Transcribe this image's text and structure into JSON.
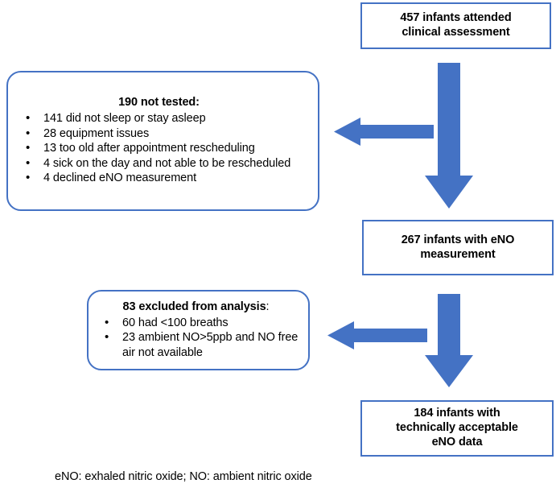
{
  "figure": {
    "type": "flowchart",
    "accent_color": "#4472C4",
    "background_color": "#ffffff",
    "text_color": "#000000",
    "caption": "eNO: exhaled nitric oxide; NO: ambient nitric oxide"
  },
  "nodes": {
    "attended": {
      "label": "457 infants attended clinical assessment",
      "line1": "457 infants attended",
      "line2": "clinical assessment",
      "count": 457,
      "shape": "rectangle"
    },
    "not_tested": {
      "title": "190 not tested:",
      "count": 190,
      "shape": "rounded-rectangle",
      "bullets": [
        "141 did not sleep or stay asleep",
        "28 equipment issues",
        "13 too old after appointment rescheduling",
        "4 sick on the day and not able to be rescheduled",
        "4 declined eNO measurement"
      ]
    },
    "measured": {
      "label": "267 infants with eNO measurement",
      "line1": "267 infants with eNO",
      "line2": "measurement",
      "count": 267,
      "shape": "rectangle"
    },
    "excluded": {
      "title": "83 excluded from analysis",
      "title_suffix": ":",
      "count": 83,
      "shape": "rounded-rectangle",
      "bullets": [
        "60 had <100 breaths",
        "23 ambient NO>5ppb and NO free air not available"
      ]
    },
    "acceptable": {
      "label": "184 infants with technically acceptable eNO data",
      "line1": "184 infants with",
      "line2": "technically acceptable",
      "line3": "eNO data",
      "count": 184,
      "shape": "rectangle"
    }
  },
  "arrows": [
    {
      "name": "attended-to-measured",
      "direction": "down",
      "color": "#4472C4"
    },
    {
      "name": "attended-to-not-tested",
      "direction": "left",
      "color": "#4472C4"
    },
    {
      "name": "measured-to-acceptable",
      "direction": "down",
      "color": "#4472C4"
    },
    {
      "name": "measured-to-excluded",
      "direction": "left",
      "color": "#4472C4"
    }
  ]
}
